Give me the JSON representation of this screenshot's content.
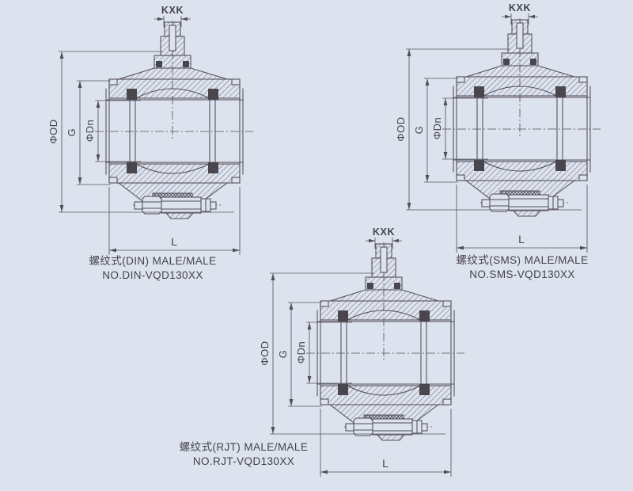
{
  "page": {
    "background_color": "#dce2ee",
    "line_color": "#524e56",
    "text_color": "#45444c"
  },
  "diagrams": [
    {
      "variant": "DIN",
      "stem_dim_label": "KXK",
      "outer_diameter_label": "ΦOD",
      "union_diameter_label": "G",
      "nominal_diameter_label": "ΦDn",
      "length_label": "L",
      "caption_line1": "螺纹式(DIN) MALE/MALE",
      "caption_line2": "NO.DIN-VQD130XX"
    },
    {
      "variant": "SMS",
      "stem_dim_label": "KXK",
      "outer_diameter_label": "ΦOD",
      "union_diameter_label": "G",
      "nominal_diameter_label": "ΦDn",
      "length_label": "L",
      "caption_line1": "螺纹式(SMS) MALE/MALE",
      "caption_line2": "NO.SMS-VQD130XX"
    },
    {
      "variant": "RJT",
      "stem_dim_label": "KXK",
      "outer_diameter_label": "ΦOD",
      "union_diameter_label": "G",
      "nominal_diameter_label": "ΦDn",
      "length_label": "L",
      "caption_line1": "螺纹式(RJT) MALE/MALE",
      "caption_line2": "NO.RJT-VQD130XX"
    }
  ]
}
